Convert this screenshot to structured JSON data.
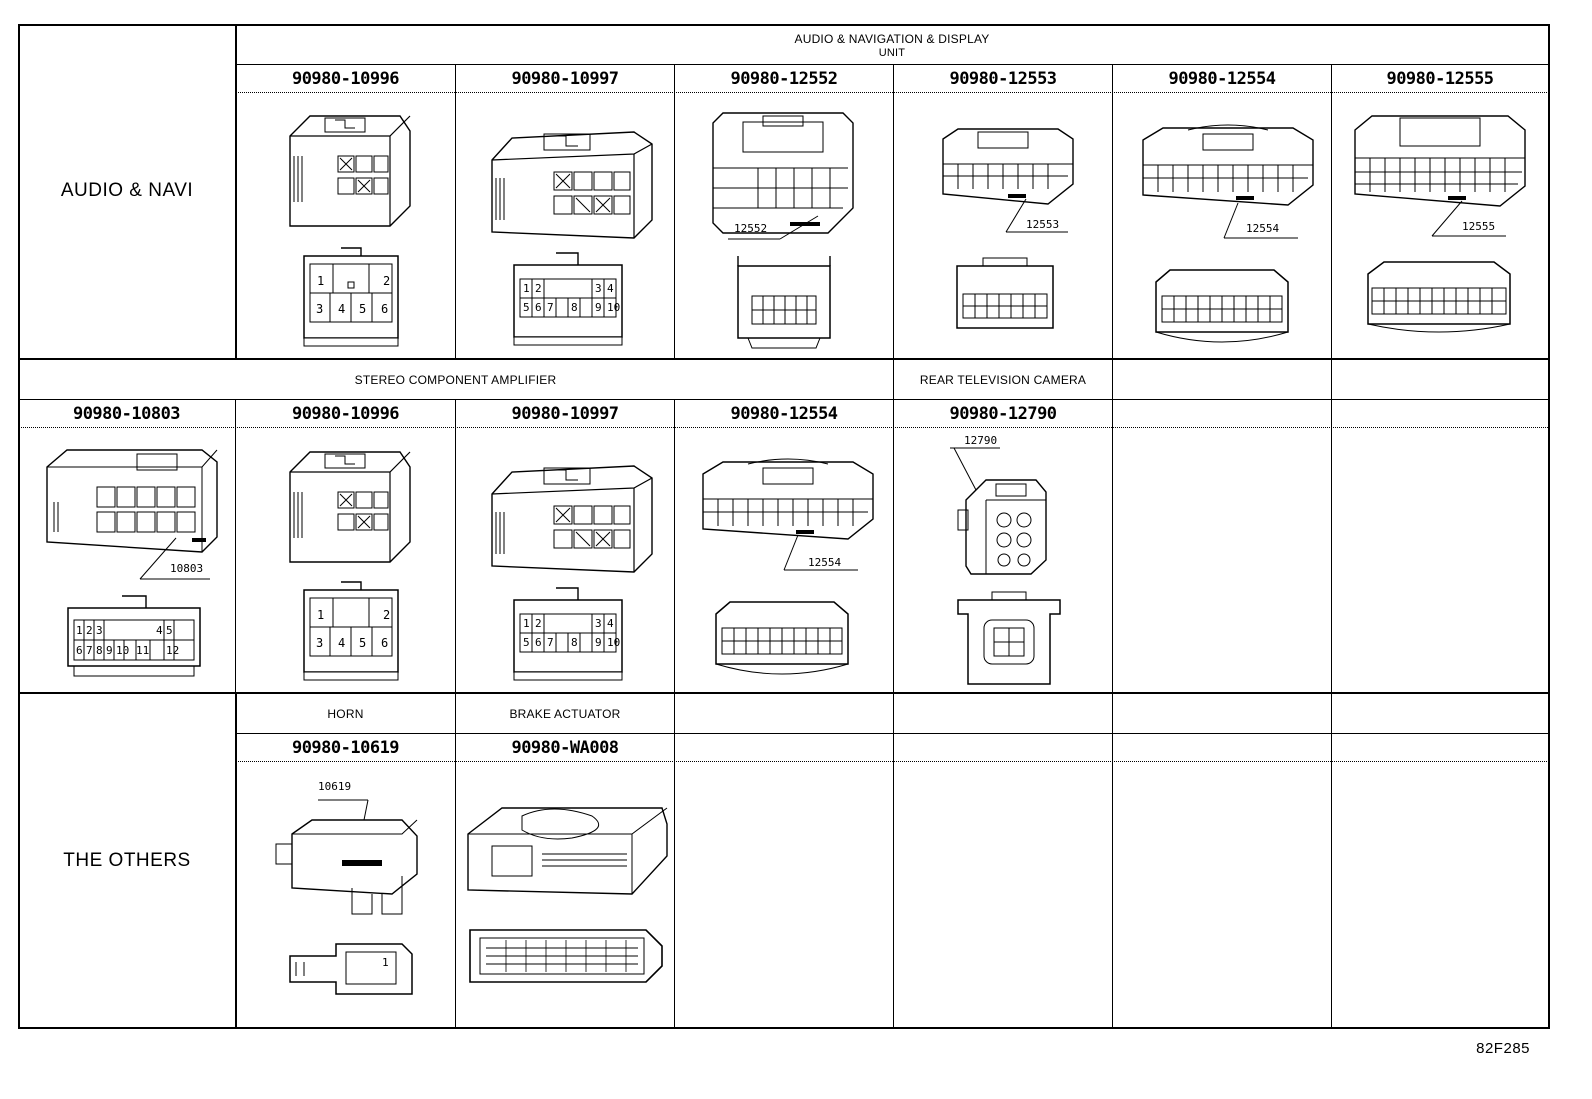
{
  "rows": [
    {
      "label": "AUDIO & NAVI",
      "system_top": "AUDIO & NAVIGATION & DISPLAY",
      "system_bottom": "UNIT",
      "parts": [
        "90980-10996",
        "90980-10997",
        "90980-12552",
        "90980-12553",
        "90980-12554",
        "90980-12555"
      ],
      "refs": [
        "12552",
        "12553",
        "12554",
        "12555"
      ]
    },
    {
      "systems": [
        "STEREO COMPONENT AMPLIFIER",
        "REAR TELEVISION CAMERA"
      ],
      "parts": [
        "90980-10803",
        "90980-10996",
        "90980-10997",
        "90980-12554",
        "90980-12790"
      ],
      "refs": [
        "10803",
        "12554",
        "12790"
      ]
    },
    {
      "label": "THE OTHERS",
      "systems": [
        "HORN",
        "BRAKE ACTUATOR"
      ],
      "parts": [
        "90980-10619",
        "90980-WA008"
      ],
      "refs": [
        "10619"
      ]
    }
  ],
  "pins": {
    "p6": [
      "1",
      "2",
      "3",
      "4",
      "5",
      "6"
    ],
    "p10": [
      "1",
      "2",
      "3",
      "4",
      "5",
      "6",
      "7",
      "8",
      "9",
      "10"
    ],
    "p12": [
      "1",
      "2",
      "3",
      "4",
      "5",
      "6",
      "7",
      "8",
      "9",
      "10",
      "11",
      "12"
    ],
    "p1": [
      "1"
    ]
  },
  "figure_code": "82F285"
}
